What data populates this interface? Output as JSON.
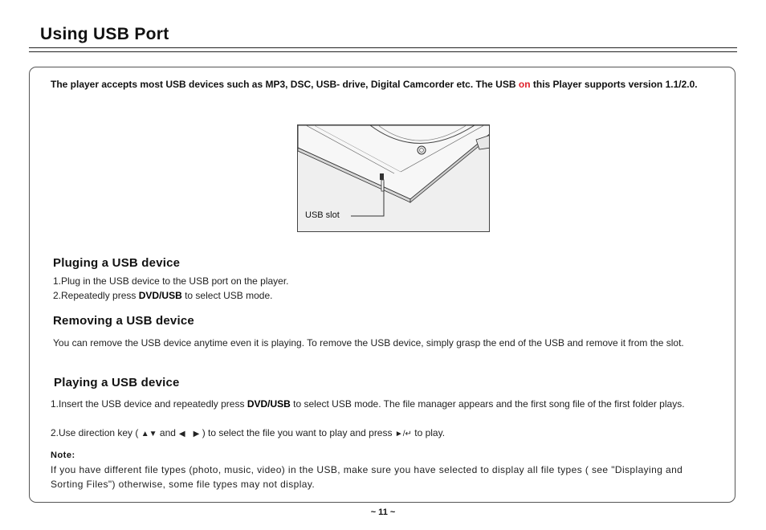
{
  "header": {
    "title": "Using USB Port"
  },
  "intro": {
    "text_before": "The player accepts most USB devices such as MP3, DSC, USB- drive, Digital Camcorder etc. The USB ",
    "highlight": "on",
    "text_after": " this Player supports version 1.1/2.0."
  },
  "figure": {
    "label": "USB slot"
  },
  "sections": {
    "plug": {
      "title": "Pluging a USB device",
      "step1": "1.Plug in the USB device to the USB port on the player.",
      "step2_before": "2.Repeatedly press ",
      "step2_bold": "DVD/USB",
      "step2_after": " to select USB mode."
    },
    "remove": {
      "title": "Removing a USB device",
      "text": "You can remove the USB device anytime even it is playing. To remove the USB device, simply grasp the end of the USB and remove it from the slot."
    },
    "play": {
      "title": "Playing a USB device",
      "step1_before": "1.Insert the USB device and repeatedly press ",
      "step1_bold": "DVD/USB",
      "step1_after": " to select USB mode. The file manager appears and the first song file of the first folder plays.",
      "step2_a": "2.Use direction key (",
      "step2_b": "and",
      "step2_c": ") to select the file you want to play and press",
      "step2_d": "to play."
    }
  },
  "icons": {
    "up": "▲",
    "down": "▼",
    "left": "◀",
    "right": "▶",
    "play_enter": "►/↵"
  },
  "note": {
    "label": "Note:",
    "text": "If you have different file types (photo, music, video) in the USB, make sure you have selected to display all file types ( see \"Displaying and Sorting Files\") otherwise, some file types may not display."
  },
  "footer": {
    "page": "~ 11 ~"
  }
}
